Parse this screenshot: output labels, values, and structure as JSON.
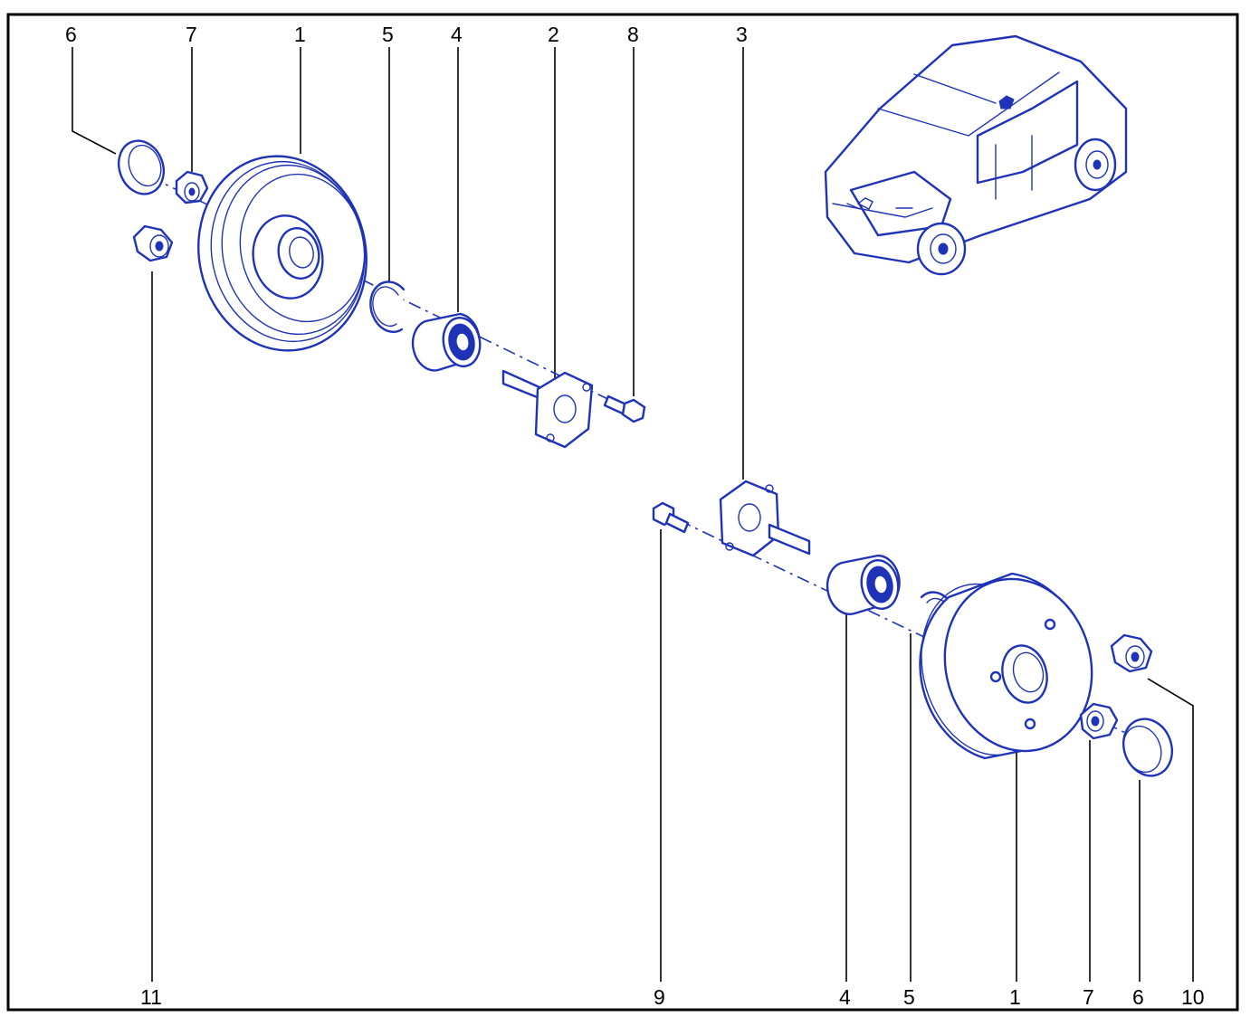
{
  "diagram": {
    "accent_color": "#1f33b8",
    "callouts_top": [
      "6",
      "7",
      "1",
      "5",
      "4",
      "2",
      "8",
      "3"
    ],
    "callouts_bottom": [
      "11",
      "9",
      "4",
      "5",
      "1",
      "7",
      "6",
      "10"
    ]
  }
}
